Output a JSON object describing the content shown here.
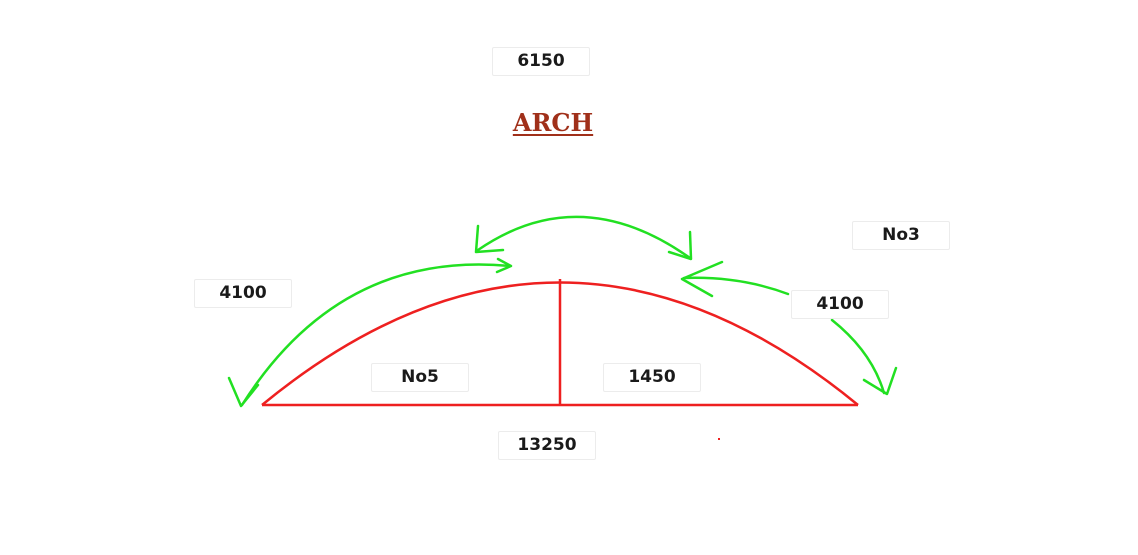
{
  "title": "ARCH",
  "labels": {
    "top": "6150",
    "no3": "No3",
    "left_arc": "4100",
    "right_arc": "4100",
    "no5": "No5",
    "rise": "1450",
    "span": "13250"
  },
  "colors": {
    "arch": "#ee2020",
    "arrows": "#22e022",
    "title": "#a0301a"
  }
}
